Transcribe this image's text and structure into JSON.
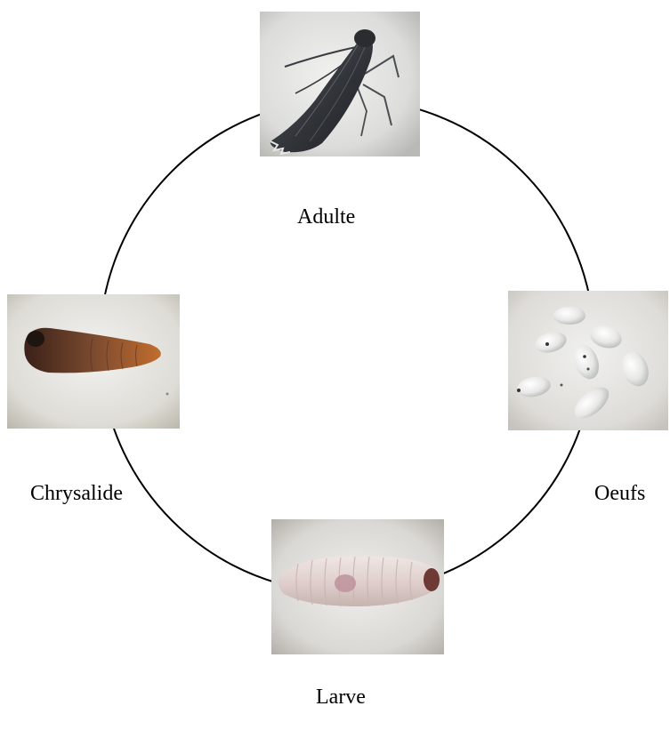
{
  "stages": {
    "adult": {
      "label": "Adulte",
      "icon": "moth-photo"
    },
    "eggs": {
      "label": "Oeufs",
      "icon": "eggs-photo"
    },
    "larva": {
      "label": "Larve",
      "icon": "larva-photo"
    },
    "pupa": {
      "label": "Chrysalide",
      "icon": "pupa-photo"
    }
  },
  "colors": {
    "ring": "#000000",
    "background": "#ffffff"
  }
}
